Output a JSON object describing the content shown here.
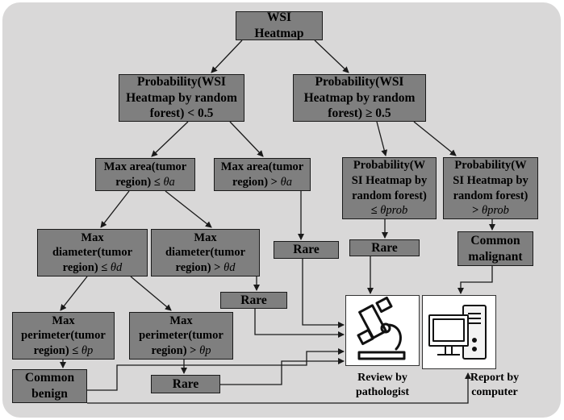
{
  "nodes": {
    "root": [
      "WSI",
      "Heatmap"
    ],
    "prob_low": [
      "Probability(WSI",
      "Heatmap by random",
      "forest) < 0.5"
    ],
    "prob_high": [
      "Probability(WSI",
      "Heatmap by random",
      "forest) ≥ 0.5"
    ],
    "area_le": [
      "Max area(tumor",
      "region) ≤ θa"
    ],
    "area_gt": [
      "Max area(tumor",
      "region) > θa"
    ],
    "prob_le": [
      "Probability(W",
      "SI Heatmap by",
      "random forest)",
      "≤ θprob"
    ],
    "prob_gt": [
      "Probability(W",
      "SI Heatmap by",
      "random forest)",
      "> θprob"
    ],
    "diam_le": [
      "Max",
      "diameter(tumor",
      "region) ≤ θd"
    ],
    "diam_gt": [
      "Max",
      "diameter(tumor",
      "region) > θd"
    ],
    "rare_area": "Rare",
    "rare_prob": "Rare",
    "common_malignant": [
      "Common",
      "malignant"
    ],
    "rare_diam": "Rare",
    "perim_le": [
      "Max",
      "perimeter(tumor",
      "region) ≤ θp"
    ],
    "perim_gt": [
      "Max",
      "perimeter(tumor",
      "region) > θp"
    ],
    "common_benign": [
      "Common",
      "benign"
    ],
    "rare_perim": "Rare"
  },
  "outputs": {
    "pathologist": [
      "Review by",
      "pathologist"
    ],
    "computer": [
      "Report by",
      "computer"
    ]
  },
  "icons": {
    "pathologist": "microscope-icon",
    "computer": "desktop-computer-icon"
  },
  "colors": {
    "panel": "#d9d8d8",
    "box_fill": "#7f7f7f",
    "border": "#1a1a1a"
  }
}
